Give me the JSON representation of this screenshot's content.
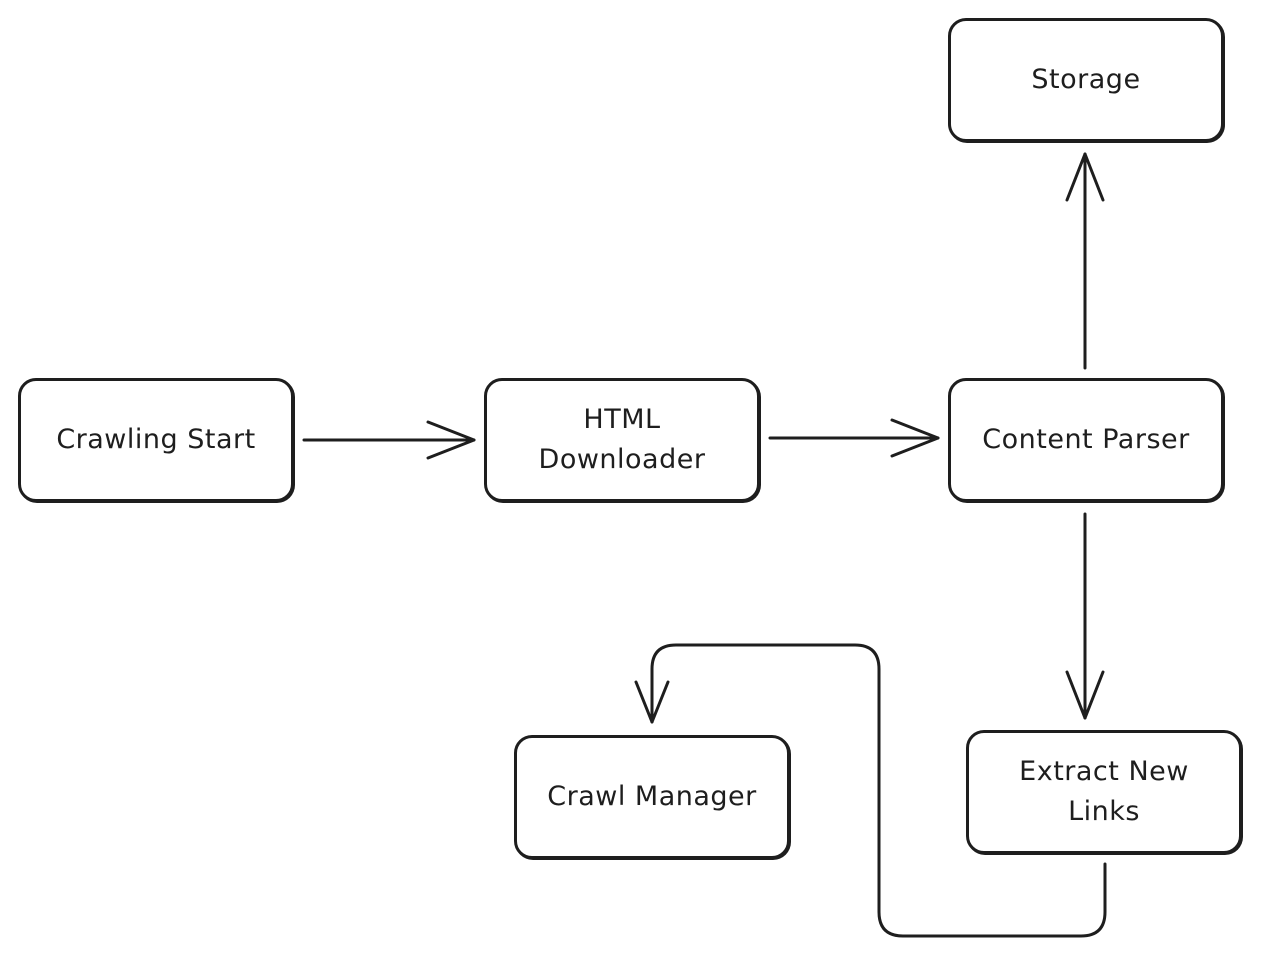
{
  "diagram": {
    "nodes": {
      "crawling_start": "Crawling Start",
      "html_downloader": "HTML\nDownloader",
      "content_parser": "Content Parser",
      "storage": "Storage",
      "extract_new_links": "Extract New\nLinks",
      "crawl_manager": "Crawl Manager"
    },
    "edges": [
      {
        "from": "crawling_start",
        "to": "html_downloader"
      },
      {
        "from": "html_downloader",
        "to": "content_parser"
      },
      {
        "from": "content_parser",
        "to": "storage"
      },
      {
        "from": "content_parser",
        "to": "extract_new_links"
      },
      {
        "from": "extract_new_links",
        "to": "crawl_manager"
      }
    ],
    "stroke_color": "#1e1e1e",
    "background_color": "#ffffff"
  }
}
